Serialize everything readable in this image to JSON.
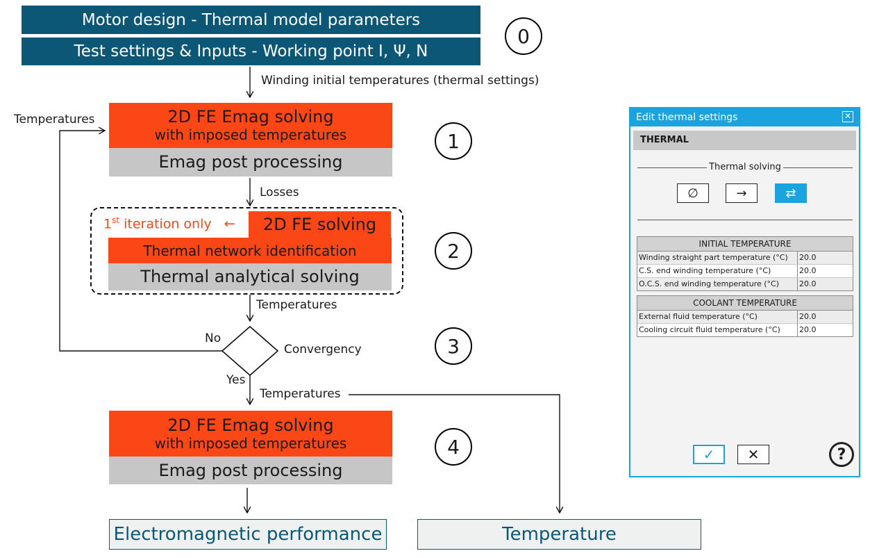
{
  "header": {
    "line1": "Motor design - Thermal model parameters",
    "line2": "Test settings & Inputs - Working point I, Ψ, N"
  },
  "steps": [
    "0",
    "1",
    "2",
    "3",
    "4"
  ],
  "flow": {
    "initial_label": "Winding initial temperatures (thermal settings)",
    "block1_title": "2D FE Emag solving",
    "block1_sub": "with imposed temperatures",
    "block1_post": "Emag post processing",
    "losses_label": "Losses",
    "feedback_label": "Temperatures",
    "iteration_main": "1",
    "iteration_sup": "st",
    "iteration_rest": " iteration only",
    "iteration_arrow": "←",
    "fe_solving": "2D FE solving",
    "network_id": "Thermal network identification",
    "analytical": "Thermal analytical solving",
    "temps_label_2": "Temperatures",
    "no_label": "No",
    "convergency_label": "Convergency",
    "yes_label": "Yes",
    "temps_label_3": "Temperatures",
    "block4_title": "2D FE Emag solving",
    "block4_sub": "with imposed temperatures",
    "block4_post": "Emag post processing",
    "output_emag": "Electromagnetic performance",
    "output_temp": "Temperature"
  },
  "dialog": {
    "title": "Edit thermal settings",
    "section": "THERMAL",
    "group_label": "Thermal solving",
    "modes": [
      "∅",
      "→",
      "⇄"
    ],
    "active_mode": 2,
    "initial_table": {
      "header": "INITIAL TEMPERATURE",
      "rows": [
        {
          "label": "Winding straight part temperature (°C)",
          "value": "20.0"
        },
        {
          "label": "C.S. end winding temperature (°C)",
          "value": "20.0"
        },
        {
          "label": "O.C.S. end winding temperature (°C)",
          "value": "20.0"
        }
      ]
    },
    "coolant_table": {
      "header": "COOLANT TEMPERATURE",
      "rows": [
        {
          "label": "External fluid temperature (°C)",
          "value": "20.0"
        },
        {
          "label": "Cooling circuit fluid temperature (°C)",
          "value": "20.0"
        }
      ]
    },
    "ok_symbol": "✓",
    "cancel_symbol": "✕",
    "help_symbol": "?"
  },
  "colors": {
    "header": "#0b5775",
    "emag": "#fb4616",
    "post": "#c6c6c6",
    "accent": "#1ba3e0"
  }
}
